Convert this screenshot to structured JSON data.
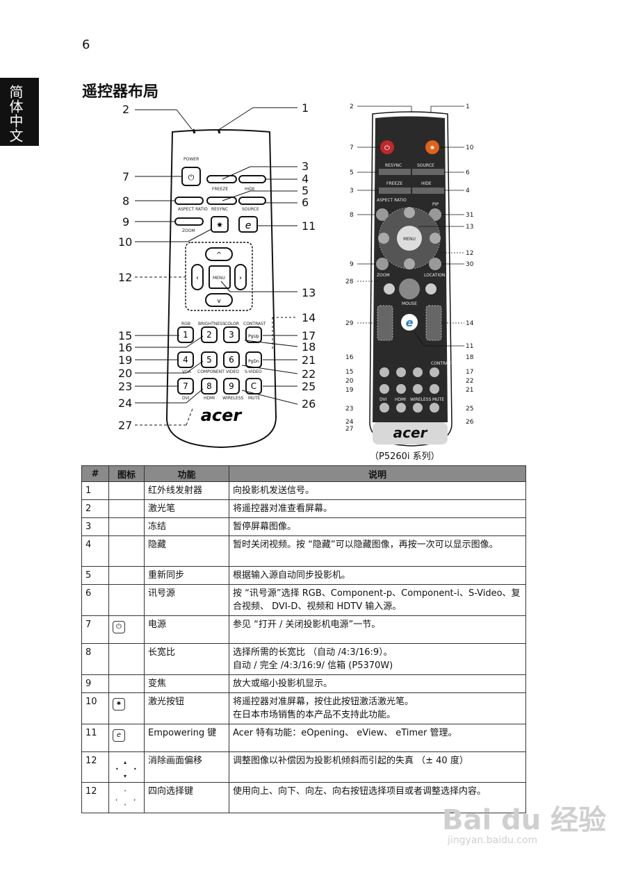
{
  "page_number": "6",
  "side_tab": "简体中文",
  "heading": "遥控器布局",
  "left_remote": {
    "brand": "acer",
    "labels": {
      "power": "POWER",
      "freeze": "FREEZE",
      "hide": "HIDE",
      "aspect": "ASPECT RATIO",
      "resync": "RESYNC",
      "source": "SOURCE",
      "zoom": "ZOOM",
      "menu": "MENU",
      "rgb": "RGB",
      "brightness": "BRIGHTNESS",
      "color": "COLOR",
      "contrast": "CONTRAST",
      "vga": "VGA",
      "component": "COMPONENT",
      "video": "VIDEO",
      "svideo": "S-VIDEO",
      "dvi": "DVI",
      "hdmi": "HDMI",
      "wireless": "WIRELESS",
      "mute": "MUTE",
      "pgup": "PgUp",
      "pgdn": "PgDn"
    },
    "keypad": [
      "1",
      "2",
      "3",
      "PgUp",
      "4",
      "5",
      "6",
      "PgDn",
      "7",
      "8",
      "9",
      "C"
    ],
    "callouts_right": [
      "1",
      "3",
      "4",
      "5",
      "6",
      "11",
      "13",
      "14",
      "17",
      "18",
      "21",
      "22",
      "25",
      "26"
    ],
    "callouts_left": [
      "2",
      "7",
      "8",
      "9",
      "10",
      "12",
      "15",
      "16",
      "19",
      "20",
      "23",
      "24",
      "27"
    ]
  },
  "right_remote": {
    "brand": "acer",
    "labels": {
      "resync": "RESYNC",
      "source": "SOURCE",
      "freeze": "FREEZE",
      "hide": "HIDE",
      "aspect": "ASPECT RATIO",
      "pip": "PIP",
      "menu": "MENU",
      "zoom": "ZOOM",
      "location": "LOCATION",
      "mouse": "MOUSE",
      "dvi": "DVI",
      "hdmi": "HDMI",
      "wireless": "WIRELESS",
      "mute": "MUTE",
      "contrast": "CONTRAST"
    },
    "callouts_right": [
      "1",
      "10",
      "6",
      "4",
      "31",
      "13",
      "12",
      "30",
      "14",
      "11",
      "18",
      "17",
      "22",
      "21",
      "25",
      "26"
    ],
    "callouts_left": [
      "2",
      "7",
      "5",
      "3",
      "8",
      "9",
      "28",
      "29",
      "16",
      "15",
      "20",
      "19",
      "23",
      "24",
      "27"
    ]
  },
  "caption": "（P5260i 系列）",
  "table": {
    "headers": [
      "#",
      "图标",
      "功能",
      "说明"
    ],
    "rows": [
      {
        "num": "1",
        "icon": "",
        "func": "红外线发射器",
        "desc": "向投影机发送信号。"
      },
      {
        "num": "2",
        "icon": "",
        "func": "激光笔",
        "desc": "将遥控器对准查看屏幕。"
      },
      {
        "num": "3",
        "icon": "",
        "func": "冻结",
        "desc": "暂停屏幕图像。"
      },
      {
        "num": "4",
        "icon": "",
        "func": "隐藏",
        "desc": "暂时关闭视频。按 “隐藏”可以隐藏图像，再按一次可以显示图像。"
      },
      {
        "num": "5",
        "icon": "",
        "func": "重新同步",
        "desc": "根据输入源自动同步投影机。"
      },
      {
        "num": "6",
        "icon": "",
        "func": "讯号源",
        "desc": "按 “讯号源”选择 RGB、Component-p、Component-i、S-Video、复合视频、 DVI-D、视频和 HDTV 输入源。"
      },
      {
        "num": "7",
        "icon": "power-icon",
        "func": "电源",
        "desc": "参见 “打开 / 关闭投影机电源”一节。"
      },
      {
        "num": "8",
        "icon": "",
        "func": "长宽比",
        "desc": "选择所需的长宽比 （自动 /4:3/16:9）。",
        "desc2": "自动 / 完全 /4:3/16:9/ 信箱 (P5370W)"
      },
      {
        "num": "9",
        "icon": "",
        "func": "变焦",
        "desc": "放大或缩小投影机显示。"
      },
      {
        "num": "10",
        "icon": "laser-icon",
        "func": "激光按钮",
        "desc": "将遥控器对准屏幕，按住此按钮激活激光笔。",
        "desc2": "在日本市场销售的本产品不支持此功能。"
      },
      {
        "num": "11",
        "icon": "empowering-icon",
        "func": "Empowering 键",
        "desc": "Acer 特有功能：eOpening、 eView、 eTimer 管理。"
      },
      {
        "num": "12",
        "icon": "keystone-icon",
        "func": "消除画面偏移",
        "desc": "调整图像以补偿因为投影机倾斜而引起的失真 （± 40 度）"
      },
      {
        "num": "12",
        "icon": "four-direction-icon",
        "func": "四向选择键",
        "desc": "使用向上、向下、向左、向右按钮选择项目或者调整选择内容。"
      }
    ]
  },
  "watermark": {
    "logo": "Bai du 经验",
    "url": "jingyan.baidu.com"
  }
}
